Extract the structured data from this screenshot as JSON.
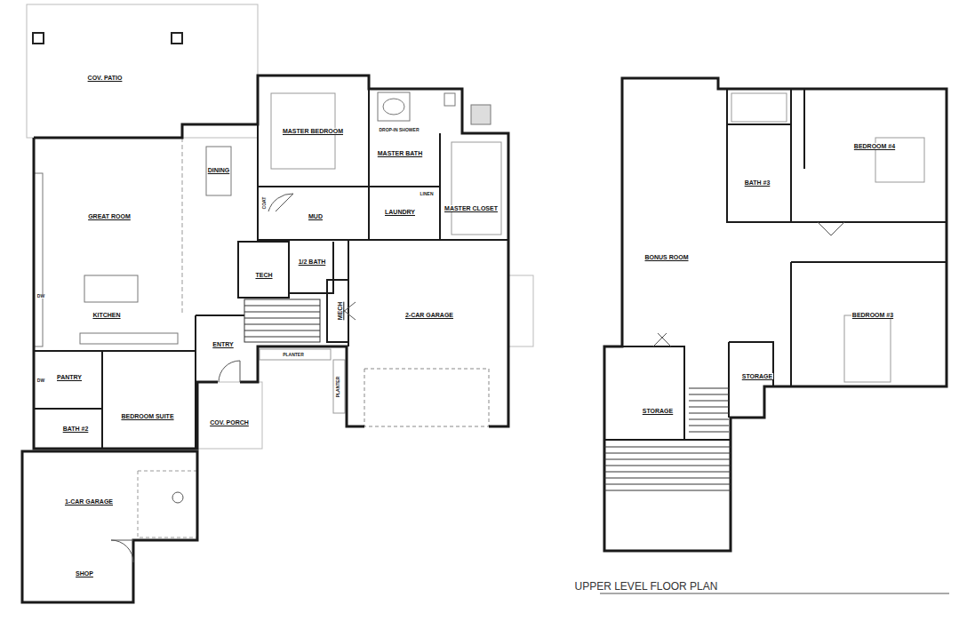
{
  "diagram": {
    "nodes": [
      {
        "text": [
          "COV. PATIO"
        ]
      },
      {
        "text": [
          "DINING"
        ]
      },
      {
        "text": [
          "GREAT ROOM"
        ]
      },
      {
        "text": [
          "KITCHEN"
        ]
      },
      {
        "text": [
          "MASTER BEDROOM"
        ]
      },
      {
        "text": [
          "MASTER BATH"
        ]
      },
      {
        "text": [
          "MASTER CLOSET"
        ]
      },
      {
        "text": [
          "MUD"
        ]
      },
      {
        "text": [
          "LAUNDRY"
        ]
      },
      {
        "text": [
          "1/2 BATH"
        ]
      },
      {
        "text": [
          "TECH"
        ]
      },
      {
        "text": [
          "2-CAR GARAGE"
        ]
      },
      {
        "text": [
          "MECH"
        ]
      },
      {
        "text": [
          "ENTRY"
        ]
      },
      {
        "text": [
          "PANTRY"
        ]
      },
      {
        "text": [
          "BEDROOM SUITE"
        ]
      },
      {
        "text": [
          "BATH #2"
        ]
      },
      {
        "text": [
          "COV. PORCH"
        ]
      },
      {
        "text": [
          "1-CAR GARAGE"
        ]
      },
      {
        "text": [
          "SHOP"
        ]
      },
      {
        "text": [
          "BONUS ROOM"
        ]
      },
      {
        "text": [
          "BATH #3"
        ]
      },
      {
        "text": [
          "BEDROOM #4"
        ]
      },
      {
        "text": [
          "BEDROOM #3"
        ]
      },
      {
        "text": [
          "STORAGE"
        ]
      },
      {
        "text": [
          "STORAGE"
        ]
      }
    ],
    "labels": [
      "COAT",
      "LINEN",
      "DROP-IN SHOWER",
      "DW",
      "DW",
      "PLANTER",
      "PLANTER",
      "UPPER LEVEL FLOOR PLAN"
    ]
  }
}
